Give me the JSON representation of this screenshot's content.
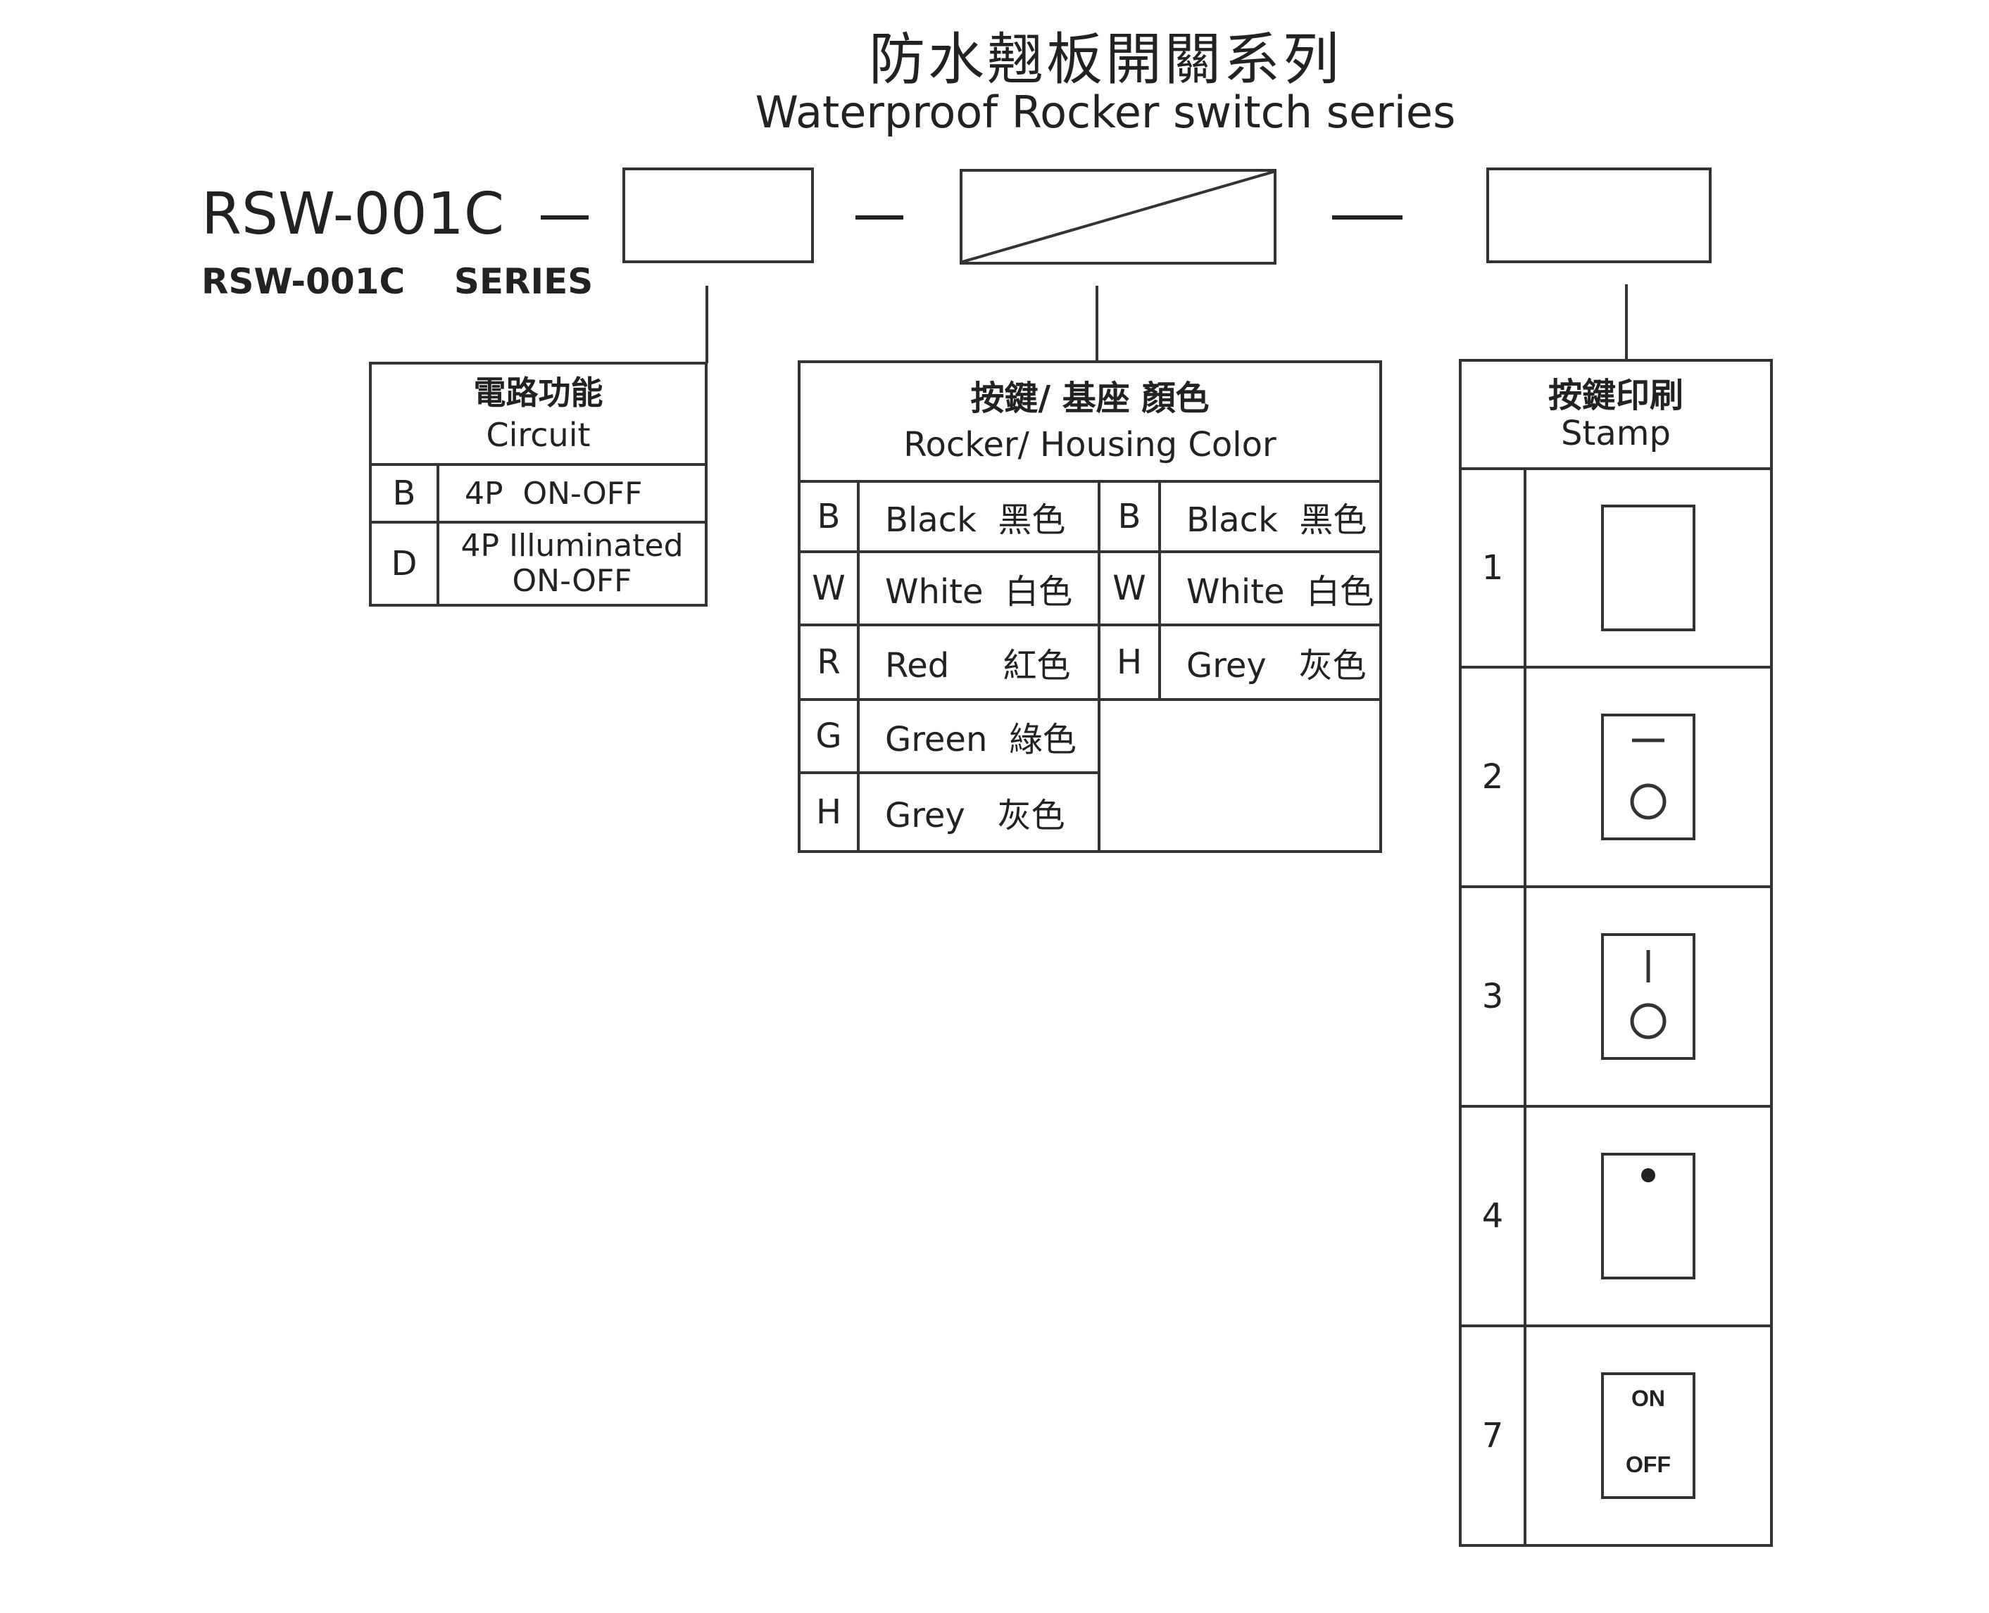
{
  "title": {
    "zh": "防水翹板開關系列",
    "en": "Waterproof Rocker switch series"
  },
  "model": {
    "code": "RSW-001C",
    "series_label": "RSW-001C    SERIES"
  },
  "circuit": {
    "header_zh": "電路功能",
    "header_en": "Circuit",
    "rows": [
      {
        "code": "B",
        "desc": "4P  ON-OFF"
      },
      {
        "code": "D",
        "desc_line1": "4P Illuminated",
        "desc_line2": "ON-OFF"
      }
    ]
  },
  "color": {
    "header_zh": "按鍵/ 基座 顏色",
    "header_en": "Rocker/ Housing Color",
    "rocker": [
      {
        "code": "B",
        "name": "Black  黑色"
      },
      {
        "code": "W",
        "name": "White  白色"
      },
      {
        "code": "R",
        "name": "Red     紅色"
      },
      {
        "code": "G",
        "name": "Green  綠色"
      },
      {
        "code": "H",
        "name": "Grey   灰色"
      }
    ],
    "housing": [
      {
        "code": "B",
        "name": "Black  黑色"
      },
      {
        "code": "W",
        "name": "White  白色"
      },
      {
        "code": "H",
        "name": "Grey   灰色"
      }
    ]
  },
  "stamp": {
    "header_zh": "按鍵印刷",
    "header_en": "Stamp",
    "rows": [
      {
        "code": "1",
        "icon": "blank-icon"
      },
      {
        "code": "2",
        "icon": "dash-circle-icon"
      },
      {
        "code": "3",
        "icon": "bar-circle-icon"
      },
      {
        "code": "4",
        "icon": "dot-icon"
      },
      {
        "code": "7",
        "icon": "on-off-text-icon",
        "on_label": "ON",
        "off_label": "OFF"
      }
    ]
  }
}
